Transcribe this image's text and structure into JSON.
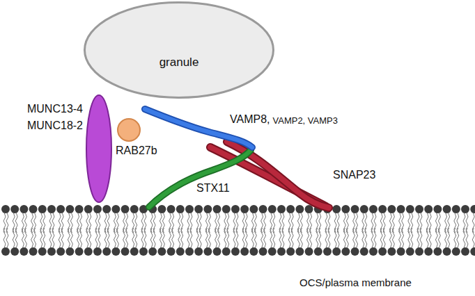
{
  "diagram": {
    "nodes": [
      {
        "text": [
          "granule"
        ]
      },
      {
        "text": [
          "MUNC13-4",
          "MUNC18-2"
        ]
      },
      {
        "text": [
          "RAB27b"
        ]
      }
    ],
    "labels": [
      "VAMP8,",
      "VAMP2, VAMP3",
      "STX11",
      "SNAP23",
      "OCS/plasma membrane"
    ]
  }
}
